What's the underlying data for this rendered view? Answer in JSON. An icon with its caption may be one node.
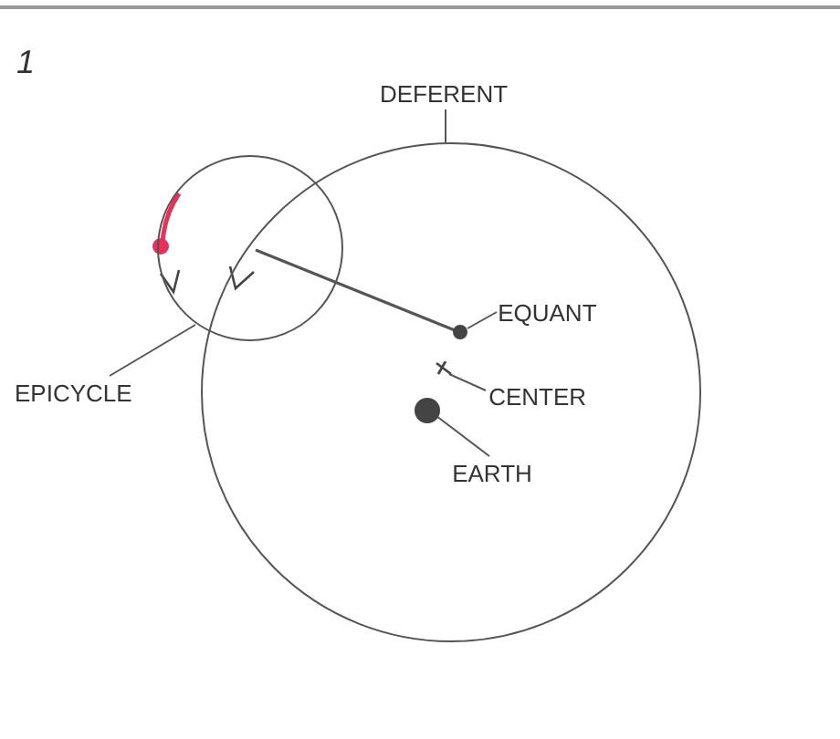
{
  "diagram": {
    "nodes": [
      {
        "text": [
          "DEFERENT"
        ]
      },
      {
        "text": [],
        "shape": "circle"
      },
      {
        "text": [
          "EPICYCLE"
        ]
      },
      {
        "text": [],
        "shape": "circle"
      },
      {
        "text": [
          "EQUANT"
        ],
        "in": 1
      },
      {
        "text": [],
        "shape": "circle",
        "in": 1
      },
      {
        "text": [
          "CENTER"
        ],
        "in": 1
      },
      {
        "text": [],
        "shape": "cross",
        "in": 1
      },
      {
        "text": [
          "EARTH"
        ],
        "in": 1
      },
      {
        "text": [],
        "shape": "circle",
        "in": 1
      }
    ],
    "edges": [
      {
        "from": 0,
        "to": 1,
        "arrow": "none"
      },
      {
        "from": 2,
        "to": 3,
        "arrow": "none"
      },
      {
        "from": 4,
        "to": 5,
        "arrow": "none"
      },
      {
        "from": 6,
        "to": 7,
        "arrow": "none"
      },
      {
        "from": 8,
        "to": 9,
        "arrow": "none"
      },
      {
        "from": 5,
        "to": 3,
        "arrow": "none"
      }
    ],
    "labels": [
      "1"
    ]
  }
}
